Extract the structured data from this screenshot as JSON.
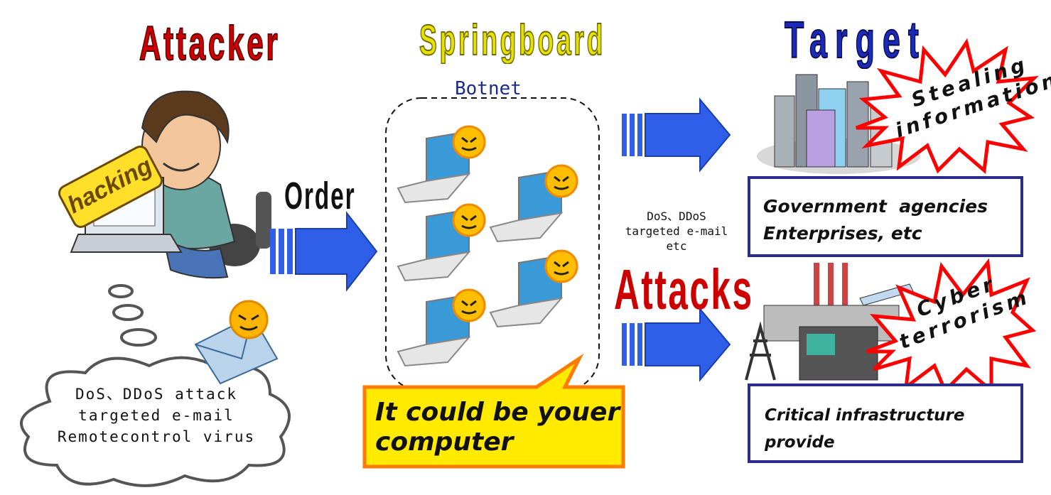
{
  "headings": {
    "attacker": "Attacker",
    "springboard": "Springboard",
    "target": "Target"
  },
  "botnet_label": "Botnet",
  "order_label": "Order",
  "attacks_label": "Attacks",
  "attack_methods": [
    "DoS、DDoS",
    "targeted e-mail",
    "etc"
  ],
  "thought_cloud": [
    "DoS、DDoS attack",
    "targeted e-mail",
    "Remotecontrol virus"
  ],
  "callout": [
    "It could be youer",
    "computer"
  ],
  "targets": {
    "top_box": [
      "Government  agencies",
      "Enterprises, etc"
    ],
    "bottom_box": [
      "Critical infrastructure",
      "provide"
    ],
    "top_burst": [
      "Stealing",
      "information"
    ],
    "bottom_burst": [
      "Cyber",
      "terrorism"
    ]
  },
  "hacking_sign": "hacking",
  "colors": {
    "attacker_heading": "#cc0000",
    "springboard_heading": "#e8e000",
    "target_heading": "#1a2bb8",
    "arrow": "#2f5fe8",
    "callout_fill": "#ffea00",
    "callout_border": "#ff7a00",
    "box_border": "#2b2b8a",
    "burst_border": "#ff0000",
    "attacks_text": "#cc0000"
  }
}
